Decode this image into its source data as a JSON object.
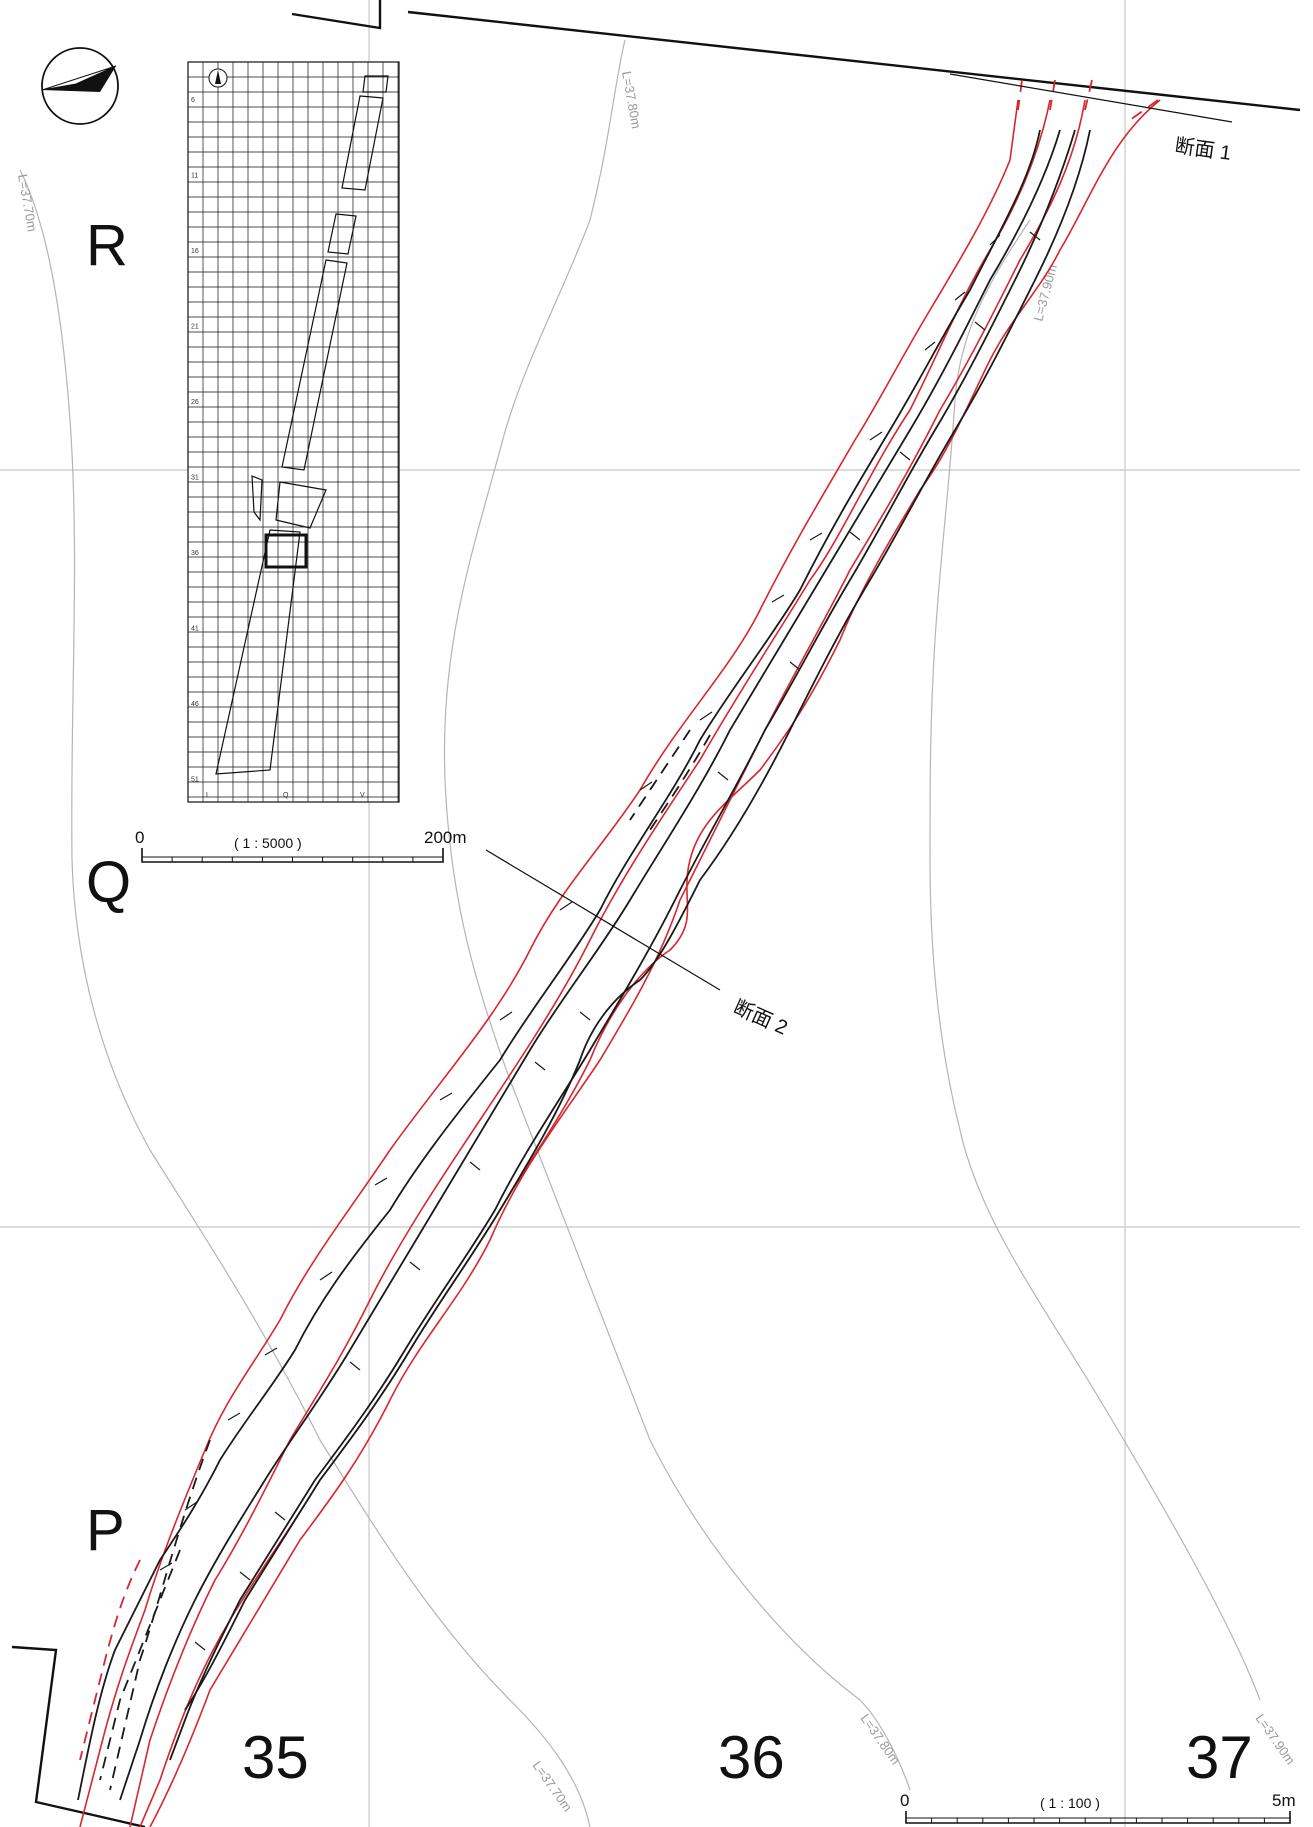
{
  "grid_labels": {
    "rows": [
      "R",
      "Q",
      "P"
    ],
    "cols": [
      "35",
      "36",
      "37"
    ]
  },
  "contours": [
    {
      "label": "L=37.70m"
    },
    {
      "label": "L=37.80m"
    },
    {
      "label": "L=37.90m"
    },
    {
      "label": "L=37.70m"
    },
    {
      "label": "L=37.80m"
    },
    {
      "label": "L=37.90m"
    }
  ],
  "sections": [
    {
      "label": "断面 1"
    },
    {
      "label": "断面 2"
    }
  ],
  "key_map": {
    "row_ticks": [
      "6",
      "11",
      "16",
      "21",
      "26",
      "31",
      "36",
      "41",
      "46",
      "51"
    ],
    "col_ticks": [
      "L",
      "Q",
      "V"
    ],
    "scale": {
      "start": "0",
      "ratio": "( 1 : 5000 )",
      "end": "200m"
    }
  },
  "main_scale": {
    "start": "0",
    "ratio": "( 1 : 100 )",
    "end": "5m"
  },
  "colors": {
    "excavation_edge": "#d7262d",
    "feature_line": "#1a1a1a",
    "grid_line": "#c8c8c8",
    "contour": "#b4b4b4"
  }
}
